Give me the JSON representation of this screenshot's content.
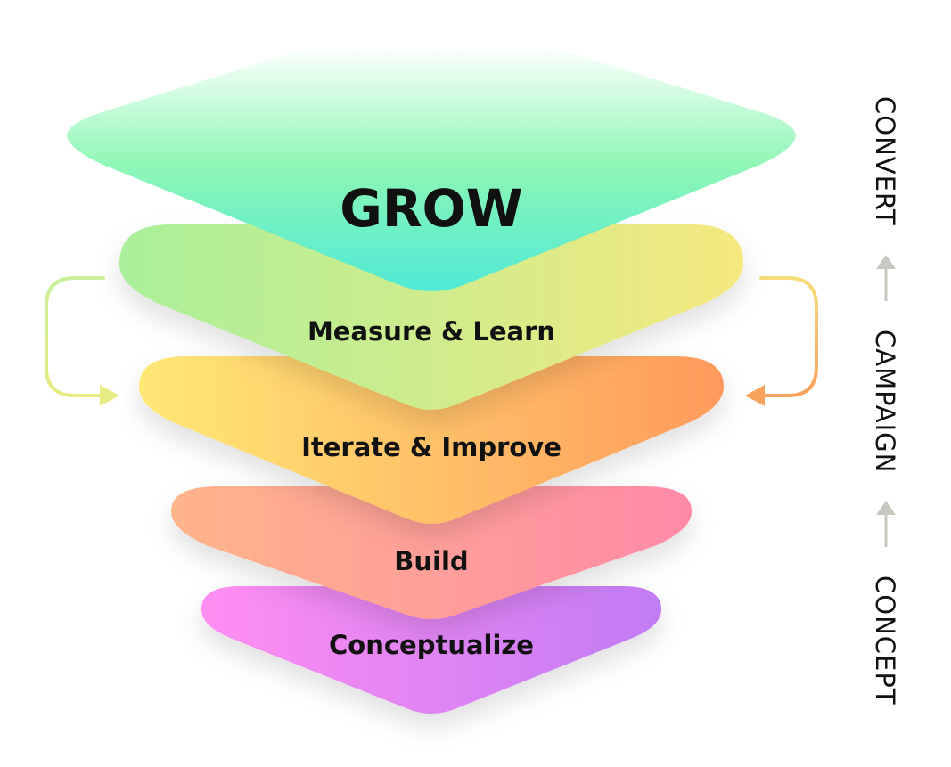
{
  "diagram": {
    "layers": [
      {
        "id": "grow",
        "label": "GROW"
      },
      {
        "id": "measure",
        "label": "Measure & Learn"
      },
      {
        "id": "iterate",
        "label": "Iterate & Improve"
      },
      {
        "id": "build",
        "label": "Build"
      },
      {
        "id": "conceptualize",
        "label": "Conceptualize"
      }
    ],
    "stages": [
      {
        "id": "convert",
        "label": "CONVERT"
      },
      {
        "id": "campaign",
        "label": "CAMPAIGN"
      },
      {
        "id": "concept",
        "label": "CONCEPT"
      }
    ]
  },
  "colors": {
    "grow_top": "#ffffff",
    "grow_mid": "#8ef7b5",
    "grow_bottom": "#4fe9d6",
    "measure_left": "#a9f09a",
    "measure_right": "#f6e87f",
    "iterate_left": "#ffe875",
    "iterate_right": "#ff9a5c",
    "build_left": "#ffb48a",
    "build_right": "#ff8aa8",
    "concept_left": "#ff8ef2",
    "concept_right": "#c27bf4",
    "arrow_grey": "#c8c8c0",
    "loop_left": "#e8ec84",
    "loop_right": "#f7a35d",
    "text": "#111111"
  }
}
